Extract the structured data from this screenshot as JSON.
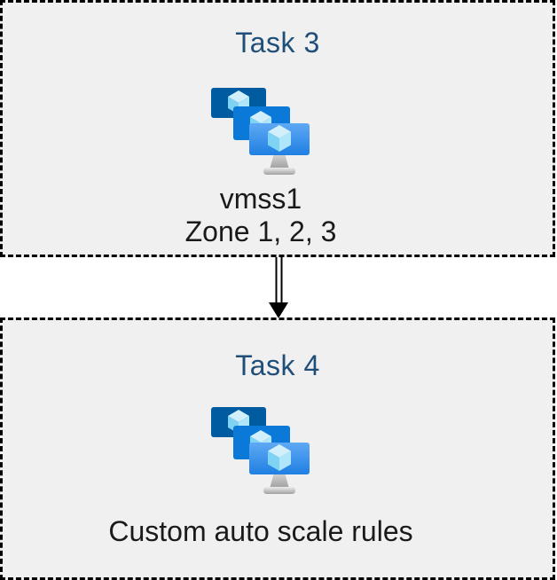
{
  "tasks": [
    {
      "title": "Task 3",
      "icon": "vm-scale-sets",
      "lines": [
        "vmss1",
        "Zone 1, 2, 3"
      ]
    },
    {
      "title": "Task 4",
      "icon": "vm-scale-sets",
      "lines": [
        "Custom auto scale rules"
      ]
    }
  ],
  "connector": {
    "type": "double-line-arrow",
    "direction": "down"
  },
  "colors": {
    "task_title": "#1f4e79",
    "body_text": "#1a1a1a",
    "box_background": "#f0f0f0",
    "box_border": "#000000",
    "monitor_back": "#005ba1",
    "monitor_middle": "#0b79d8",
    "monitor_front_top": "#5fa9f4",
    "monitor_front_bottom": "#1f7fe2",
    "cube_top": "#d2f0fc",
    "cube_left": "#7fd4f4",
    "cube_right": "#aee7fa"
  }
}
